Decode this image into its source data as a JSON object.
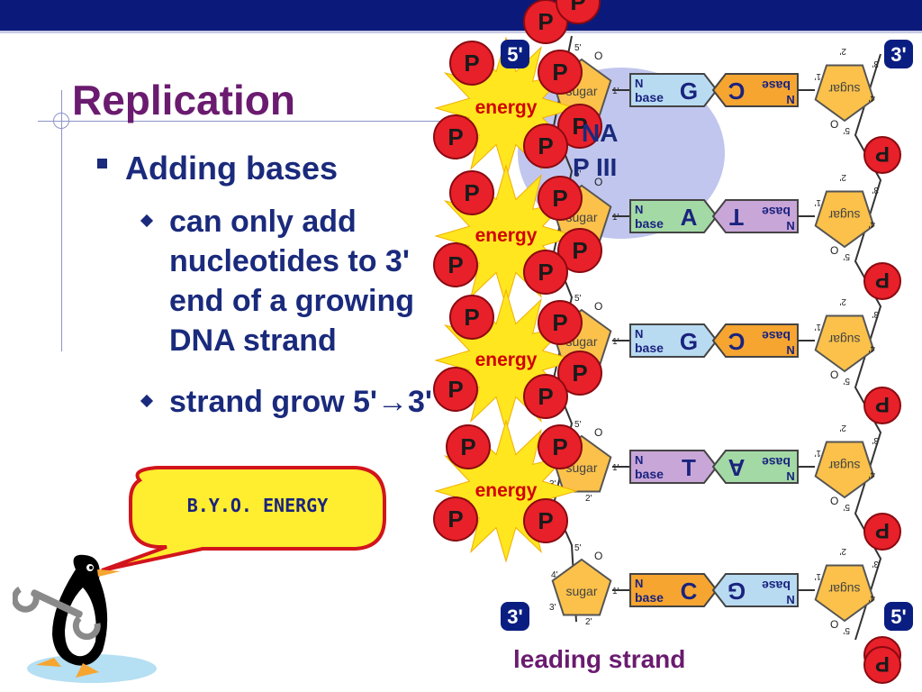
{
  "slide": {
    "title": "Replication",
    "bullet": "Adding bases",
    "sub_bullets": [
      {
        "lines": [
          "can only add",
          "nucleotides to 3'",
          "end of a growing",
          "DNA strand"
        ]
      },
      {
        "lines": [
          "strand grow 5'→3'"
        ]
      }
    ],
    "speech_bubble": "B.Y.O. ENERGY",
    "footer_label": "leading strand"
  },
  "diagram": {
    "enzyme_label_fragments": [
      "NA",
      "P III"
    ],
    "end_labels": {
      "top_left": "5'",
      "top_right": "3'",
      "bottom_left": "3'",
      "bottom_right": "5'"
    },
    "phosphate_label": "P",
    "energy_label": "energy",
    "sugar_label": "sugar",
    "n_label": "N",
    "base_label": "base",
    "carbon_labels": {
      "c5": "5'",
      "c4": "4'",
      "c3": "3'",
      "c2": "2'",
      "c1": "1'",
      "ring_o": "O"
    },
    "pairs": [
      {
        "left": "G",
        "right": "C"
      },
      {
        "left": "A",
        "right": "T"
      },
      {
        "left": "G",
        "right": "C"
      },
      {
        "left": "T",
        "right": "A"
      },
      {
        "left": "C",
        "right": "G"
      }
    ],
    "colors": {
      "phosphate": "#e8202a",
      "sugar": "#fbc14a",
      "base_G": "#b9dbf2",
      "base_C": "#f6a531",
      "base_A": "#a3d9a5",
      "base_T": "#c9a6d8",
      "energy_burst": "#ffe61f",
      "energy_text": "#d10000",
      "enzyme_blob": "#c1c6ee",
      "header_bar": "#0b1a7a",
      "title_color": "#6a1b6f",
      "text_color": "#1a2a7c",
      "end_badge": "#0a1e82"
    }
  }
}
